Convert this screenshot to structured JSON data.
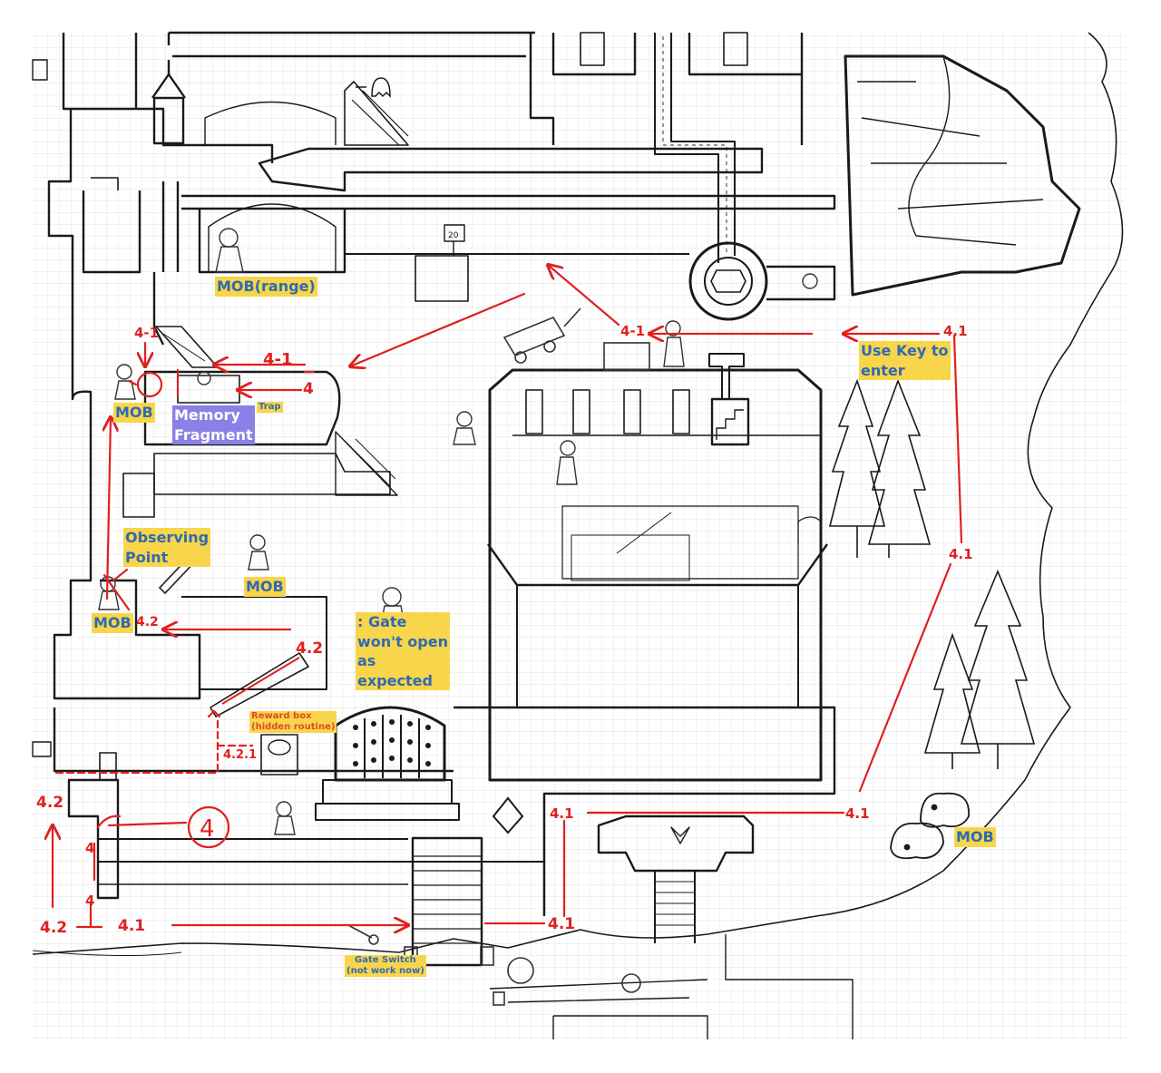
{
  "labels": {
    "mob_range": "MOB(range)",
    "mob_left_top": "MOB",
    "memory_fragment": [
      "Memory",
      "Fragment"
    ],
    "trap": "Trap",
    "observing_point": [
      "Observing",
      "Point"
    ],
    "mob_middle": "MOB",
    "mob_left_bottom": "MOB",
    "gate_note": [
      ": Gate",
      "won't open",
      "as",
      "expected"
    ],
    "reward_box": [
      "Reward box",
      "(hidden routine)"
    ],
    "gate_switch": [
      "Gate Switch",
      "(not work now)"
    ],
    "use_key": [
      "Use Key to",
      "enter"
    ],
    "mob_right": "MOB",
    "sign_number": "20"
  },
  "route_tags": {
    "t41": "4-1",
    "t41b": "4.1",
    "t42": "4.2",
    "t42b": "4.2",
    "t421": "4.2.1",
    "t4": "4"
  },
  "colors": {
    "ink": "#1a1a1a",
    "route": "#e02020",
    "label_bg": "#f8d54a",
    "label_text": "#2f6ab3",
    "memory_bg": "#8b80e6"
  },
  "icons": [
    "mob-sketch-icon",
    "ghost-icon",
    "telescope-icon",
    "lever-icon",
    "pine-tree-icon",
    "crystal-icon",
    "slime-icon",
    "gate-icon"
  ]
}
